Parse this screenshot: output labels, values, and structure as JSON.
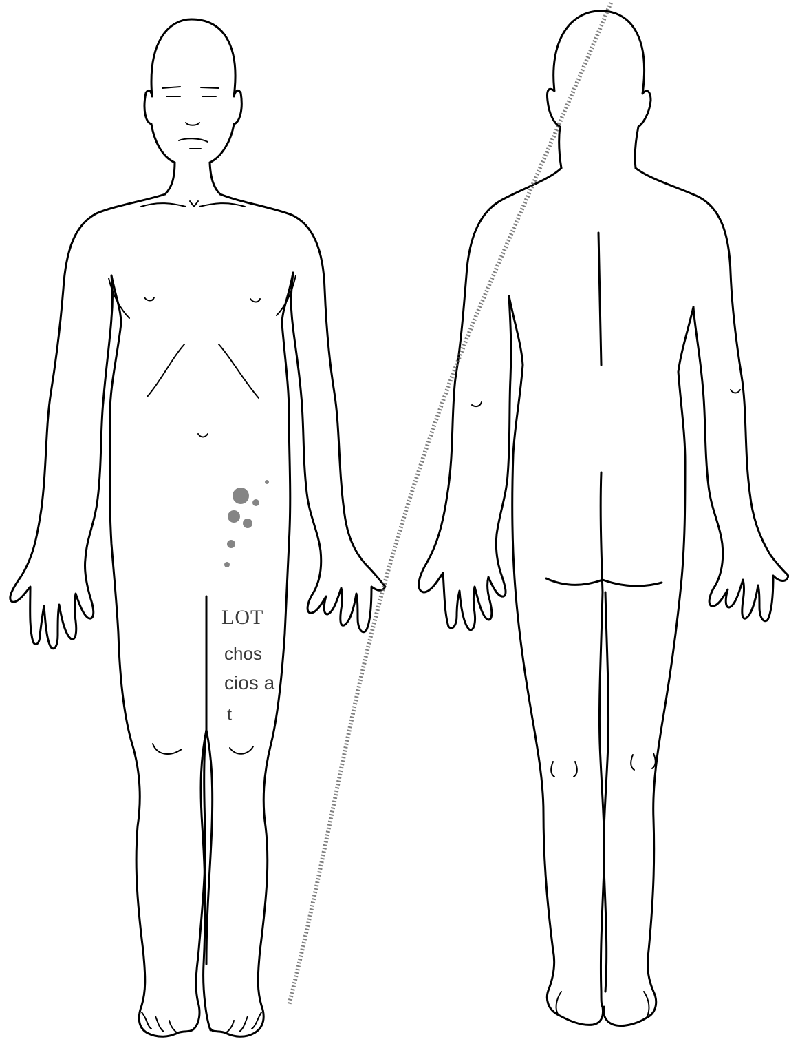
{
  "diagram": {
    "figures": [
      {
        "view": "front"
      },
      {
        "view": "back"
      }
    ]
  },
  "stamp": {
    "lines": [
      "LOT",
      "chos",
      "cios a",
      "t"
    ]
  },
  "colors": {
    "line": "#000000",
    "background": "#ffffff",
    "stamp": "#111111",
    "scratch": "#555555"
  }
}
